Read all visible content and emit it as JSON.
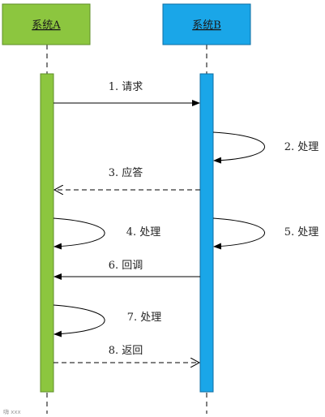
{
  "participants": [
    {
      "name": "系统A",
      "color": "#8cc63f",
      "border": "#5f8f2a"
    },
    {
      "name": "系统B",
      "color": "#1aa6e8",
      "border": "#0f6fa3"
    }
  ],
  "messages": [
    {
      "label": "1. 请求",
      "from": "系统A",
      "to": "系统B",
      "style": "solid"
    },
    {
      "label": "2. 处理",
      "from": "系统B",
      "to": "系统B",
      "style": "self"
    },
    {
      "label": "3. 应答",
      "from": "系统B",
      "to": "系统A",
      "style": "dashed"
    },
    {
      "label": "4. 处理",
      "from": "系统A",
      "to": "系统A",
      "style": "self"
    },
    {
      "label": "5. 处理",
      "from": "系统B",
      "to": "系统B",
      "style": "self"
    },
    {
      "label": "6. 回调",
      "from": "系统B",
      "to": "系统A",
      "style": "solid"
    },
    {
      "label": "7. 处理",
      "from": "系统A",
      "to": "系统A",
      "style": "self"
    },
    {
      "label": "8. 返回",
      "from": "系统A",
      "to": "系统B",
      "style": "dashed"
    }
  ],
  "watermark": "嗨 xxx"
}
